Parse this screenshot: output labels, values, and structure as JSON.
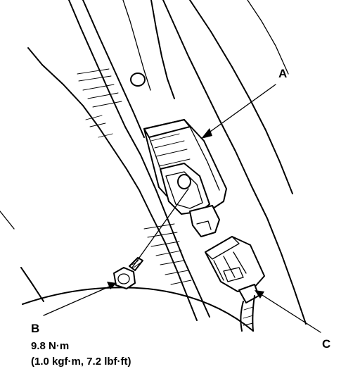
{
  "callouts": {
    "a": "A",
    "b": "B",
    "c": "C"
  },
  "torque_spec": {
    "metric": "9.8 N·m",
    "imperial": "(1.0 kgf·m, 7.2 lbf·ft)"
  }
}
